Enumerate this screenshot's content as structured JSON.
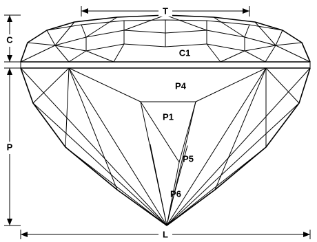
{
  "labels": {
    "table": "T",
    "crown_height": "C",
    "crown_facet": "C1",
    "pavilion_depth": "P",
    "length": "L",
    "facet_p1": "P1",
    "facet_p4": "P4",
    "facet_p5": "P5",
    "facet_p6": "P6"
  }
}
